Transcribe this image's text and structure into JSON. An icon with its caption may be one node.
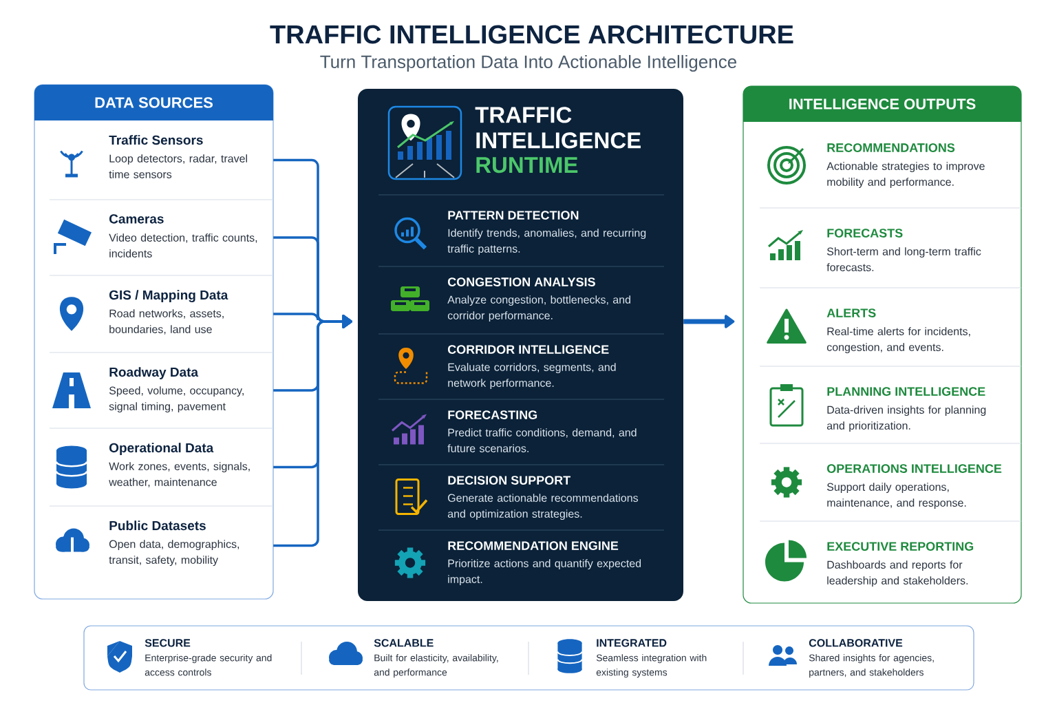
{
  "diagram": {
    "title": "TRAFFIC INTELLIGENCE ARCHITECTURE",
    "nodes": [
      {
        "text": [
          "DATA SOURCES"
        ]
      },
      {
        "text": [
          "Traffic Sensors",
          "Loop detectors, radar, travel time sensors"
        ],
        "in": 0
      },
      {
        "text": [
          "Cameras",
          "Video detection, traffic counts, incidents"
        ],
        "in": 0
      },
      {
        "text": [
          "GIS / Mapping Data",
          "Road networks, assets, boundaries, land use"
        ],
        "in": 0
      },
      {
        "text": [
          "Roadway Data",
          "Speed, volume, occupancy, signal timing, pavement"
        ],
        "in": 0
      },
      {
        "text": [
          "Operational Data",
          "Work zones, events, signals, weather, maintenance"
        ],
        "in": 0
      },
      {
        "text": [
          "Public Datasets",
          "Open data, demographics, transit, safety, mobility"
        ],
        "in": 0
      },
      {
        "text": [
          "TRAFFIC INTELLIGENCE",
          "RUNTIME"
        ]
      },
      {
        "text": [
          "PATTERN DETECTION",
          "Identify trends, anomalies, and recurring traffic patterns."
        ],
        "in": 7
      },
      {
        "text": [
          "CONGESTION ANALYSIS",
          "Analyze congestion, bottlenecks, and corridor performance."
        ],
        "in": 7
      },
      {
        "text": [
          "CORRIDOR INTELLIGENCE",
          "Evaluate corridors, segments, and network performance."
        ],
        "in": 7
      },
      {
        "text": [
          "FORECASTING",
          "Predict traffic conditions, demand, and future scenarios."
        ],
        "in": 7
      },
      {
        "text": [
          "DECISION SUPPORT",
          "Generate actionable recommendations and optimization strategies."
        ],
        "in": 7
      },
      {
        "text": [
          "RECOMMENDATION ENGINE",
          "Prioritize actions and quantify expected impact."
        ],
        "in": 7
      },
      {
        "text": [
          "INTELLIGENCE OUTPUTS"
        ]
      },
      {
        "text": [
          "RECOMMENDATIONS",
          "Actionable strategies to improve mobility and performance."
        ],
        "in": 14
      },
      {
        "text": [
          "FORECASTS",
          "Short-term and long-term traffic forecasts."
        ],
        "in": 14
      },
      {
        "text": [
          "ALERTS",
          "Real-time alerts for incidents, congestion, and events."
        ],
        "in": 14
      },
      {
        "text": [
          "PLANNING INTELLIGENCE",
          "Data-driven insights for planning and prioritization."
        ],
        "in": 14
      },
      {
        "text": [
          "OPERATIONS INTELLIGENCE",
          "Support daily operations, maintenance, and response."
        ],
        "in": 14
      },
      {
        "text": [
          "EXECUTIVE REPORTING",
          "Dashboards and reports for leadership and stakeholders."
        ],
        "in": 14
      },
      {
        "text": [],
        "shape": "box"
      },
      {
        "text": [
          "SECURE",
          "Enterprise-grade security and access controls"
        ],
        "in": 21
      },
      {
        "text": [
          "SCALABLE",
          "Built for elasticity, availability, and performance"
        ],
        "in": 21
      },
      {
        "text": [
          "INTEGRATED",
          "Seamless integration with existing systems"
        ],
        "in": 21
      },
      {
        "text": [
          "COLLABORATIVE",
          "Shared insights for agencies, partners, and stakeholders"
        ],
        "in": 21
      }
    ],
    "edges": [
      {
        "from": 1,
        "to": 7,
        "arrow": "to"
      },
      {
        "from": 2,
        "to": 7,
        "arrow": "to"
      },
      {
        "from": 3,
        "to": 7,
        "arrow": "to"
      },
      {
        "from": 4,
        "to": 7,
        "arrow": "to"
      },
      {
        "from": 5,
        "to": 7,
        "arrow": "to"
      },
      {
        "from": 6,
        "to": 7,
        "arrow": "to"
      },
      {
        "from": 7,
        "to": 14,
        "arrow": "to",
        "style": "thick"
      }
    ],
    "labels": [
      "Turn Transportation Data Into Actionable Intelligence"
    ]
  }
}
